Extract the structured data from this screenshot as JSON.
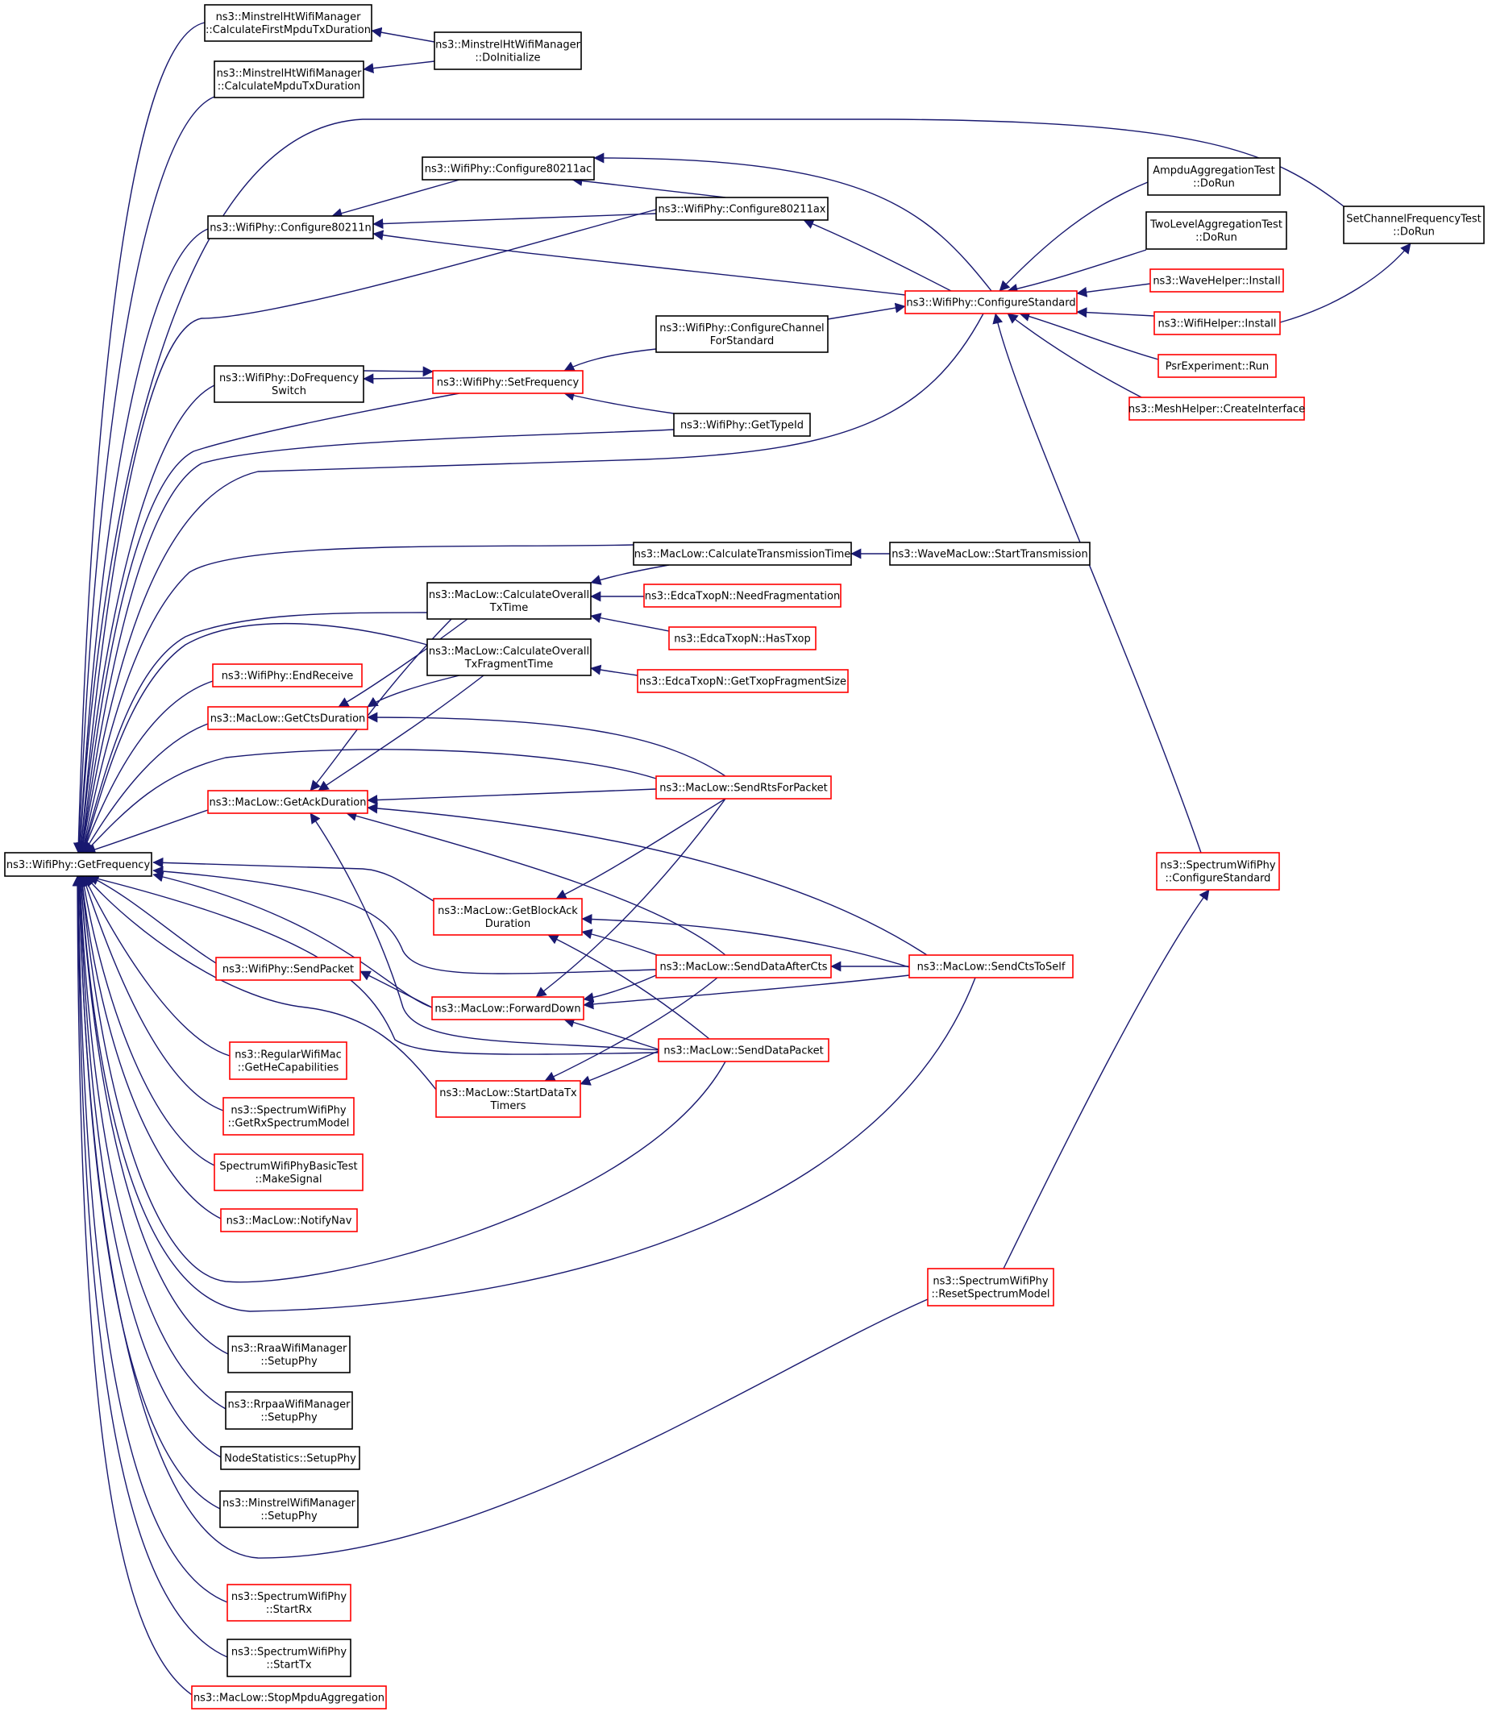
{
  "colors": {
    "edge": "#191970",
    "border_normal": "#000000",
    "border_truncated": "#ff0000",
    "root_fill": "#bfbfbf",
    "node_fill": "#ffffff"
  },
  "nodes": [
    {
      "id": "root",
      "lines": [
        "ns3::WifiPhy::GetFrequency"
      ],
      "kind": "root"
    },
    {
      "id": "mhCalcFirst",
      "lines": [
        "ns3::MinstrelHtWifiManager",
        "::CalculateFirstMpduTxDuration"
      ],
      "kind": "normal"
    },
    {
      "id": "mhDoInit",
      "lines": [
        "ns3::MinstrelHtWifiManager",
        "::DoInitialize"
      ],
      "kind": "normal"
    },
    {
      "id": "mhCalcMpdu",
      "lines": [
        "ns3::MinstrelHtWifiManager",
        "::CalculateMpduTxDuration"
      ],
      "kind": "normal"
    },
    {
      "id": "scfTest",
      "lines": [
        "SetChannelFrequencyTest",
        "::DoRun"
      ],
      "kind": "normal"
    },
    {
      "id": "cfg80211ac",
      "lines": [
        "ns3::WifiPhy::Configure80211ac"
      ],
      "kind": "normal"
    },
    {
      "id": "cfg80211ax",
      "lines": [
        "ns3::WifiPhy::Configure80211ax"
      ],
      "kind": "normal"
    },
    {
      "id": "cfg80211n",
      "lines": [
        "ns3::WifiPhy::Configure80211n"
      ],
      "kind": "normal"
    },
    {
      "id": "ampduTest",
      "lines": [
        "AmpduAggregationTest",
        "::DoRun"
      ],
      "kind": "normal"
    },
    {
      "id": "twoLevelTest",
      "lines": [
        "TwoLevelAggregationTest",
        "::DoRun"
      ],
      "kind": "normal"
    },
    {
      "id": "waveInstall",
      "lines": [
        "ns3::WaveHelper::Install"
      ],
      "kind": "truncated"
    },
    {
      "id": "cfgStd",
      "lines": [
        "ns3::WifiPhy::ConfigureStandard"
      ],
      "kind": "truncated"
    },
    {
      "id": "wifiInstall",
      "lines": [
        "ns3::WifiHelper::Install"
      ],
      "kind": "truncated"
    },
    {
      "id": "cfgChannel",
      "lines": [
        "ns3::WifiPhy::ConfigureChannel",
        "ForStandard"
      ],
      "kind": "normal"
    },
    {
      "id": "psrRun",
      "lines": [
        "PsrExperiment::Run"
      ],
      "kind": "truncated"
    },
    {
      "id": "doFreqSwitch",
      "lines": [
        "ns3::WifiPhy::DoFrequency",
        "Switch"
      ],
      "kind": "normal"
    },
    {
      "id": "setFreq",
      "lines": [
        "ns3::WifiPhy::SetFrequency"
      ],
      "kind": "truncated"
    },
    {
      "id": "meshCreate",
      "lines": [
        "ns3::MeshHelper::CreateInterface"
      ],
      "kind": "truncated"
    },
    {
      "id": "getTypeId",
      "lines": [
        "ns3::WifiPhy::GetTypeId"
      ],
      "kind": "normal"
    },
    {
      "id": "calcTxTime",
      "lines": [
        "ns3::MacLow::CalculateTransmissionTime"
      ],
      "kind": "normal"
    },
    {
      "id": "waveStartTx",
      "lines": [
        "ns3::WaveMacLow::StartTransmission"
      ],
      "kind": "normal"
    },
    {
      "id": "calcOverall",
      "lines": [
        "ns3::MacLow::CalculateOverall",
        "TxTime"
      ],
      "kind": "normal"
    },
    {
      "id": "needFrag",
      "lines": [
        "ns3::EdcaTxopN::NeedFragmentation"
      ],
      "kind": "truncated"
    },
    {
      "id": "hasTxop",
      "lines": [
        "ns3::EdcaTxopN::HasTxop"
      ],
      "kind": "truncated"
    },
    {
      "id": "endReceive",
      "lines": [
        "ns3::WifiPhy::EndReceive"
      ],
      "kind": "truncated"
    },
    {
      "id": "calcOverallFrag",
      "lines": [
        "ns3::MacLow::CalculateOverall",
        "TxFragmentTime"
      ],
      "kind": "normal"
    },
    {
      "id": "getTxopFrag",
      "lines": [
        "ns3::EdcaTxopN::GetTxopFragmentSize"
      ],
      "kind": "truncated"
    },
    {
      "id": "getCts",
      "lines": [
        "ns3::MacLow::GetCtsDuration"
      ],
      "kind": "truncated"
    },
    {
      "id": "getAck",
      "lines": [
        "ns3::MacLow::GetAckDuration"
      ],
      "kind": "truncated"
    },
    {
      "id": "sendRts",
      "lines": [
        "ns3::MacLow::SendRtsForPacket"
      ],
      "kind": "truncated"
    },
    {
      "id": "spectrumCfgStd",
      "lines": [
        "ns3::SpectrumWifiPhy",
        "::ConfigureStandard"
      ],
      "kind": "truncated"
    },
    {
      "id": "getBlockAck",
      "lines": [
        "ns3::MacLow::GetBlockAck",
        "Duration"
      ],
      "kind": "truncated"
    },
    {
      "id": "sendPacket",
      "lines": [
        "ns3::WifiPhy::SendPacket"
      ],
      "kind": "truncated"
    },
    {
      "id": "sendDataAfterCts",
      "lines": [
        "ns3::MacLow::SendDataAfterCts"
      ],
      "kind": "truncated"
    },
    {
      "id": "sendCtsToSelf",
      "lines": [
        "ns3::MacLow::SendCtsToSelf"
      ],
      "kind": "truncated"
    },
    {
      "id": "forwardDown",
      "lines": [
        "ns3::MacLow::ForwardDown"
      ],
      "kind": "truncated"
    },
    {
      "id": "getHeCap",
      "lines": [
        "ns3::RegularWifiMac",
        "::GetHeCapabilities"
      ],
      "kind": "truncated"
    },
    {
      "id": "sendDataPacket",
      "lines": [
        "ns3::MacLow::SendDataPacket"
      ],
      "kind": "truncated"
    },
    {
      "id": "startDataTx",
      "lines": [
        "ns3::MacLow::StartDataTx",
        "Timers"
      ],
      "kind": "truncated"
    },
    {
      "id": "getRxSpectrum",
      "lines": [
        "ns3::SpectrumWifiPhy",
        "::GetRxSpectrumModel"
      ],
      "kind": "truncated"
    },
    {
      "id": "makeSignal",
      "lines": [
        "SpectrumWifiPhyBasicTest",
        "::MakeSignal"
      ],
      "kind": "truncated"
    },
    {
      "id": "notifyNav",
      "lines": [
        "ns3::MacLow::NotifyNav"
      ],
      "kind": "truncated"
    },
    {
      "id": "resetSpectrum",
      "lines": [
        "ns3::SpectrumWifiPhy",
        "::ResetSpectrumModel"
      ],
      "kind": "truncated"
    },
    {
      "id": "rraaSetup",
      "lines": [
        "ns3::RraaWifiManager",
        "::SetupPhy"
      ],
      "kind": "normal"
    },
    {
      "id": "rrpaaSetup",
      "lines": [
        "ns3::RrpaaWifiManager",
        "::SetupPhy"
      ],
      "kind": "normal"
    },
    {
      "id": "nodeStatsSetup",
      "lines": [
        "NodeStatistics::SetupPhy"
      ],
      "kind": "normal"
    },
    {
      "id": "minstrelSetup",
      "lines": [
        "ns3::MinstrelWifiManager",
        "::SetupPhy"
      ],
      "kind": "normal"
    },
    {
      "id": "specStartRx",
      "lines": [
        "ns3::SpectrumWifiPhy",
        "::StartRx"
      ],
      "kind": "truncated"
    },
    {
      "id": "specStartTx",
      "lines": [
        "ns3::SpectrumWifiPhy",
        "::StartTx"
      ],
      "kind": "normal"
    },
    {
      "id": "stopMpdu",
      "lines": [
        "ns3::MacLow::StopMpduAggregation"
      ],
      "kind": "truncated"
    }
  ]
}
